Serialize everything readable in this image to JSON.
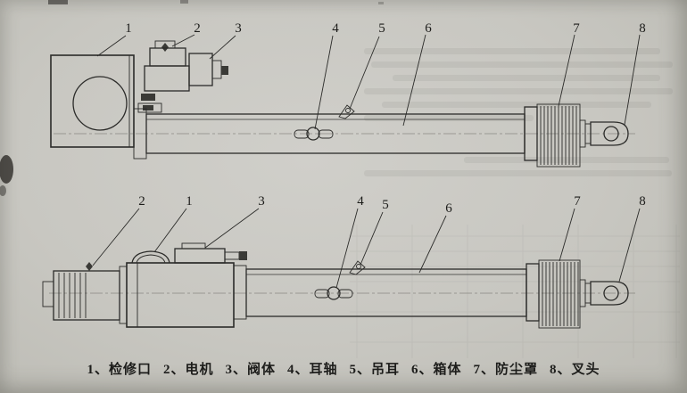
{
  "colors": {
    "paper": "#c8c7c1",
    "ink": "#2b2b29"
  },
  "figure": {
    "top_view": {
      "labels": [
        "1",
        "2",
        "3",
        "4",
        "5",
        "6",
        "7",
        "8"
      ]
    },
    "bottom_view": {
      "labels": [
        "2",
        "1",
        "3",
        "4",
        "5",
        "6",
        "7",
        "8"
      ]
    }
  },
  "caption": {
    "items": [
      "1、检修口",
      "2、电机",
      "3、阀体",
      "4、耳轴",
      "5、吊耳",
      "6、箱体",
      "7、防尘罩",
      "8、叉头"
    ]
  }
}
